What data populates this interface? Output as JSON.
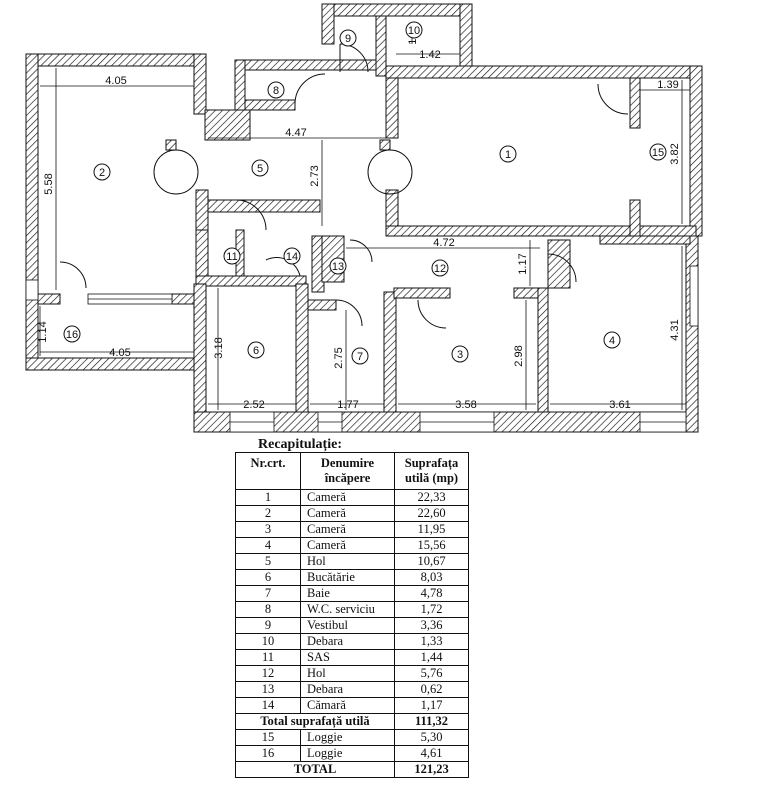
{
  "dimensions": {
    "d_4_05_top": "4.05",
    "d_5_58": "5.58",
    "d_4_47": "4.47",
    "d_2_73": "2.73",
    "d_1_04": "1.04",
    "d_1_42": "1.42",
    "d_1_39": "1.39",
    "d_3_82": "3.82",
    "d_4_72": "4.72",
    "d_1_17": "1.17",
    "d_4_31": "4.31",
    "d_1_14": "1.14",
    "d_4_05_bottom": "4.05",
    "d_3_18": "3.18",
    "d_2_75": "2.75",
    "d_2_98": "2.98",
    "d_2_52": "2.52",
    "d_1_77": "1.77",
    "d_3_58": "3.58",
    "d_3_61": "3.61"
  },
  "rooms": [
    "1",
    "2",
    "3",
    "4",
    "5",
    "6",
    "7",
    "8",
    "9",
    "10",
    "11",
    "12",
    "13",
    "14",
    "15",
    "16"
  ],
  "recap": {
    "title": "Recapitulație:",
    "headers": [
      "Nr.crt.",
      "Denumire încăpere",
      "Suprafața utilă (mp)"
    ],
    "rows": [
      {
        "nr": "1",
        "name": "Cameră",
        "area": "22,33"
      },
      {
        "nr": "2",
        "name": "Cameră",
        "area": "22,60"
      },
      {
        "nr": "3",
        "name": "Cameră",
        "area": "11,95"
      },
      {
        "nr": "4",
        "name": "Cameră",
        "area": "15,56"
      },
      {
        "nr": "5",
        "name": "Hol",
        "area": "10,67"
      },
      {
        "nr": "6",
        "name": "Bucătărie",
        "area": "8,03"
      },
      {
        "nr": "7",
        "name": "Baie",
        "area": "4,78"
      },
      {
        "nr": "8",
        "name": "W.C. serviciu",
        "area": "1,72"
      },
      {
        "nr": "9",
        "name": "Vestibul",
        "area": "3,36"
      },
      {
        "nr": "10",
        "name": "Debara",
        "area": "1,33"
      },
      {
        "nr": "11",
        "name": "SAS",
        "area": "1,44"
      },
      {
        "nr": "12",
        "name": "Hol",
        "area": "5,76"
      },
      {
        "nr": "13",
        "name": "Debara",
        "area": "0,62"
      },
      {
        "nr": "14",
        "name": "Cămară",
        "area": "1,17"
      }
    ],
    "total_useful_label": "Total suprafață utilă",
    "total_useful_value": "111,32",
    "loggia_rows": [
      {
        "nr": "15",
        "name": "Loggie",
        "area": "5,30"
      },
      {
        "nr": "16",
        "name": "Loggie",
        "area": "4,61"
      }
    ],
    "total_label": "TOTAL",
    "total_value": "121,23"
  }
}
